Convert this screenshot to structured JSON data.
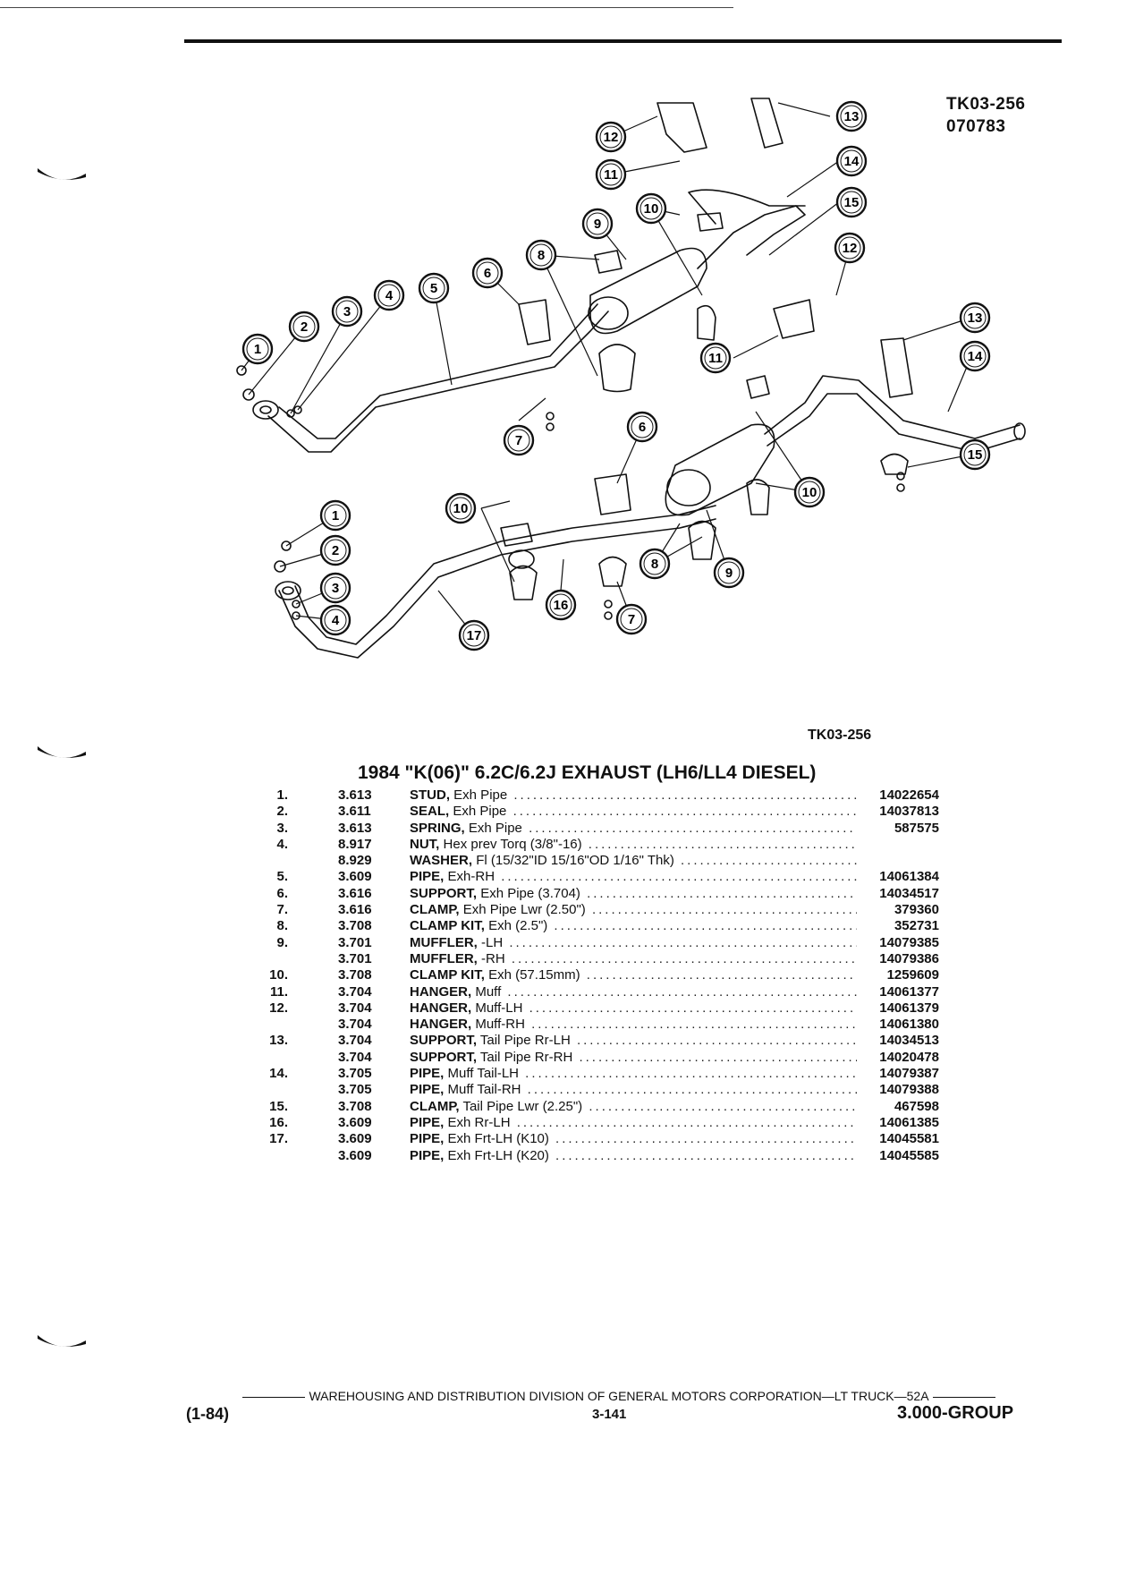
{
  "figure_ref": {
    "code": "TK03-256",
    "date": "070783"
  },
  "figure_label": "TK03-256",
  "heading": "1984 \"K(06)\" 6.2C/6.2J EXHAUST (LH6/LL4 DIESEL)",
  "callouts": {
    "1": "1",
    "2": "2",
    "3": "3",
    "4": "4",
    "5": "5",
    "6": "6",
    "7": "7",
    "8": "8",
    "9": "9",
    "10": "10",
    "11": "11",
    "12": "12",
    "13": "13",
    "14": "14",
    "15": "15",
    "16": "16",
    "17": "17"
  },
  "parts": [
    {
      "num": "1.",
      "grp": "3.613",
      "name": "STUD,",
      "desc": "Exh Pipe",
      "pn": "14022654"
    },
    {
      "num": "2.",
      "grp": "3.611",
      "name": "SEAL,",
      "desc": "Exh Pipe",
      "pn": "14037813"
    },
    {
      "num": "3.",
      "grp": "3.613",
      "name": "SPRING,",
      "desc": "Exh Pipe",
      "pn": "587575"
    },
    {
      "num": "4.",
      "grp": "8.917",
      "name": "NUT,",
      "desc": "Hex prev Torq (3/8\"-16)",
      "pn": ""
    },
    {
      "num": "",
      "grp": "8.929",
      "name": "WASHER,",
      "desc": "Fl (15/32\"ID 15/16\"OD 1/16\" Thk)",
      "pn": ""
    },
    {
      "num": "5.",
      "grp": "3.609",
      "name": "PIPE,",
      "desc": "Exh-RH",
      "pn": "14061384"
    },
    {
      "num": "6.",
      "grp": "3.616",
      "name": "SUPPORT,",
      "desc": "Exh Pipe (3.704)",
      "pn": "14034517"
    },
    {
      "num": "7.",
      "grp": "3.616",
      "name": "CLAMP,",
      "desc": "Exh Pipe Lwr (2.50\")",
      "pn": "379360"
    },
    {
      "num": "8.",
      "grp": "3.708",
      "name": "CLAMP KIT,",
      "desc": "Exh (2.5\")",
      "pn": "352731"
    },
    {
      "num": "9.",
      "grp": "3.701",
      "name": "MUFFLER,",
      "desc": "-LH",
      "pn": "14079385"
    },
    {
      "num": "",
      "grp": "3.701",
      "name": "MUFFLER,",
      "desc": "-RH",
      "pn": "14079386"
    },
    {
      "num": "10.",
      "grp": "3.708",
      "name": "CLAMP KIT,",
      "desc": "Exh (57.15mm)",
      "pn": "1259609"
    },
    {
      "num": "11.",
      "grp": "3.704",
      "name": "HANGER,",
      "desc": "Muff",
      "pn": "14061377"
    },
    {
      "num": "12.",
      "grp": "3.704",
      "name": "HANGER,",
      "desc": "Muff-LH",
      "pn": "14061379"
    },
    {
      "num": "",
      "grp": "3.704",
      "name": "HANGER,",
      "desc": "Muff-RH",
      "pn": "14061380"
    },
    {
      "num": "13.",
      "grp": "3.704",
      "name": "SUPPORT,",
      "desc": "Tail Pipe Rr-LH",
      "pn": "14034513"
    },
    {
      "num": "",
      "grp": "3.704",
      "name": "SUPPORT,",
      "desc": "Tail Pipe Rr-RH",
      "pn": "14020478"
    },
    {
      "num": "14.",
      "grp": "3.705",
      "name": "PIPE,",
      "desc": "Muff Tail-LH",
      "pn": "14079387"
    },
    {
      "num": "",
      "grp": "3.705",
      "name": "PIPE,",
      "desc": "Muff Tail-RH",
      "pn": "14079388"
    },
    {
      "num": "15.",
      "grp": "3.708",
      "name": "CLAMP,",
      "desc": "Tail Pipe Lwr (2.25\")",
      "pn": "467598"
    },
    {
      "num": "16.",
      "grp": "3.609",
      "name": "PIPE,",
      "desc": "Exh Rr-LH",
      "pn": "14061385"
    },
    {
      "num": "17.",
      "grp": "3.609",
      "name": "PIPE,",
      "desc": "Exh Frt-LH (K10)",
      "pn": "14045581"
    },
    {
      "num": "",
      "grp": "3.609",
      "name": "PIPE,",
      "desc": "Exh Frt-LH (K20)",
      "pn": "14045585"
    }
  ],
  "footer": {
    "center": "WAREHOUSING AND DISTRIBUTION DIVISION OF GENERAL MOTORS CORPORATION—LT TRUCK—52A",
    "left": "(1-84)",
    "page": "3-141",
    "right": "3.000-GROUP"
  }
}
